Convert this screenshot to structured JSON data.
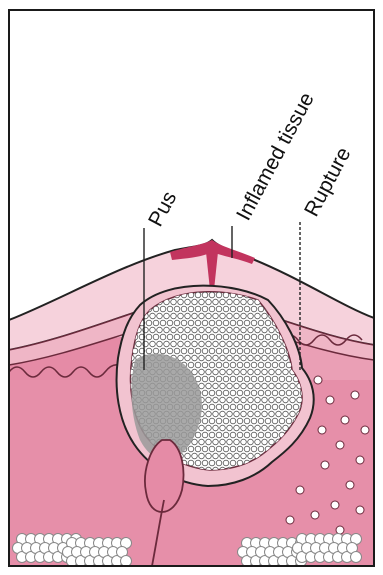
{
  "labels": {
    "pus": "Pus",
    "inflamed": "Inflamed tissue",
    "rupture": "Rupture"
  },
  "colors": {
    "border": "#1a1a1a",
    "skin_light": "#f6d2dc",
    "skin_mid": "#efb6c6",
    "dermis": "#e58ba6",
    "inflamed": "#c2345e",
    "pus_gray": "#9a9a9a",
    "bubble": "#ffffff"
  }
}
